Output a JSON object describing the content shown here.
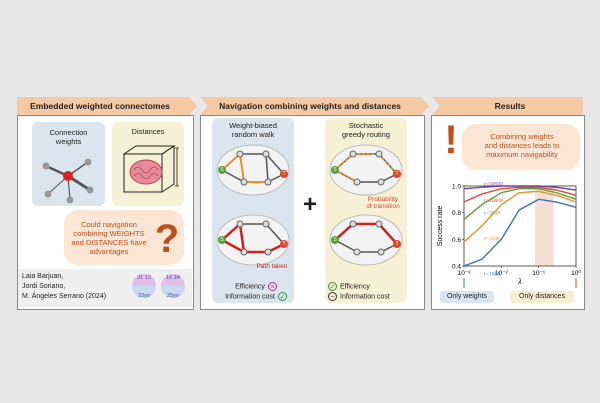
{
  "headers": {
    "h1": "Embedded weighted connectomes",
    "h2": "Navigation combining weights and distances",
    "h3": "Results"
  },
  "panel1": {
    "connection_weights": [
      "Connection",
      "weights"
    ],
    "distances": "Distances",
    "question": [
      "Could navigation",
      "combining WEIGHTS",
      "and DISTANCES have",
      "advantages"
    ],
    "question_mark": "?",
    "authors": [
      "Laia Barjuan,",
      "Jordi Soriano,",
      "M. Ángeles Serrano (2024)"
    ],
    "age_badges": [
      {
        "top": "31  13",
        "bottom": "22yo"
      },
      {
        "top": "16  24",
        "bottom": "25yo"
      }
    ]
  },
  "panel2": {
    "left_title": [
      "Weight-biased",
      "random walk"
    ],
    "right_title": [
      "Stochastic",
      "greedy routing"
    ],
    "plus": "+",
    "path_taken": "Path taken",
    "prob_transition": [
      "Probability",
      "of transition"
    ],
    "node_s": "S",
    "node_t": "T",
    "left_legend": [
      {
        "label": "Efficiency",
        "mark": "×",
        "color": "#c03080"
      },
      {
        "label": "Information cost",
        "mark": "✓",
        "color": "#2a9a3a"
      }
    ],
    "right_legend": [
      {
        "label": "Efficiency",
        "mark": "✓",
        "color": "#2a9a3a"
      },
      {
        "label": "Information cost",
        "mark": "−",
        "color": "#333333"
      }
    ]
  },
  "panel3": {
    "result_text": [
      "Combining weights",
      "and distances leads to",
      "maximum navigability"
    ],
    "exclamation": "!",
    "only_weights": "Only weights",
    "only_distances": "Only distances"
  },
  "chart_data": {
    "type": "line",
    "ylabel": "Success rate",
    "xlabel": "λ",
    "ylim": [
      0.4,
      1.0
    ],
    "yticks": [
      "0.4",
      "0.6",
      "0.8",
      "1.0"
    ],
    "xticks": [
      "10⁻³",
      "10⁻²",
      "10⁻¹",
      "10⁰"
    ],
    "x": [
      0.001,
      0.003,
      0.01,
      0.03,
      0.1,
      0.3,
      1
    ],
    "series": [
      {
        "name": "t=50000",
        "color": "#7a3fa0",
        "values": [
          0.98,
          0.99,
          1.0,
          1.0,
          1.0,
          0.99,
          0.97
        ]
      },
      {
        "name": "t=10000",
        "color": "#d84a2a",
        "values": [
          0.88,
          0.94,
          0.98,
          0.99,
          0.99,
          0.97,
          0.93
        ]
      },
      {
        "name": "t=5000",
        "color": "#5aa03a",
        "values": [
          0.75,
          0.86,
          0.95,
          0.98,
          0.98,
          0.95,
          0.9
        ]
      },
      {
        "name": "t=2500",
        "color": "#e8902a",
        "values": [
          0.58,
          0.7,
          0.86,
          0.95,
          0.96,
          0.93,
          0.88
        ]
      },
      {
        "name": "t=1000",
        "color": "#3a6fc0",
        "values": [
          0.4,
          0.45,
          0.6,
          0.82,
          0.9,
          0.88,
          0.84
        ]
      }
    ]
  }
}
